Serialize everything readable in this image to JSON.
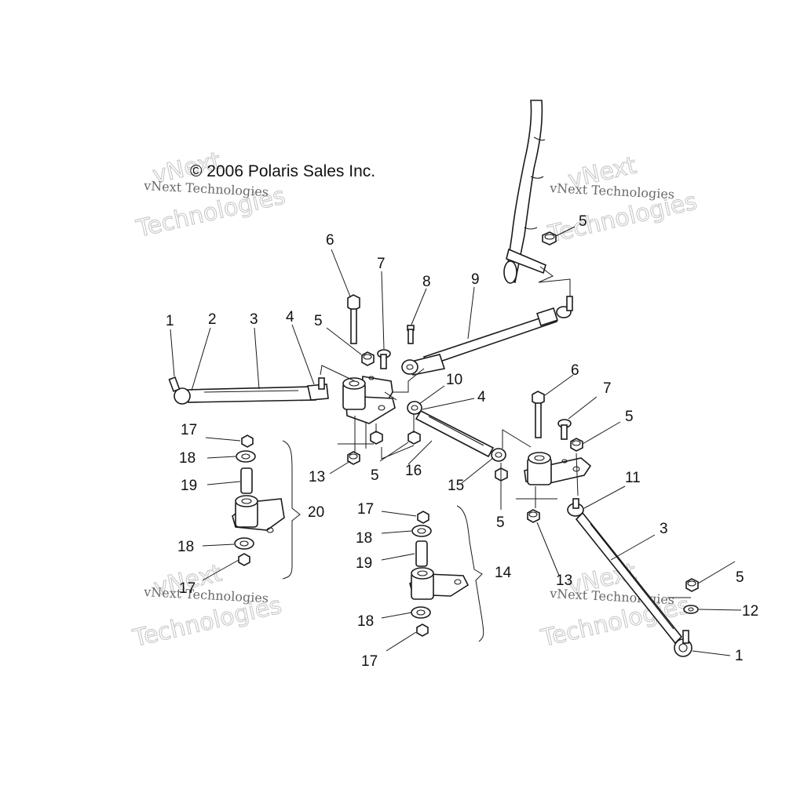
{
  "diagram": {
    "copyright": "© 2006 Polaris Sales Inc.",
    "watermark": {
      "line1": "vNext",
      "line2": "vNext Technologies",
      "line3": "Technologies"
    },
    "callouts": {
      "c1_left": "1",
      "c2": "2",
      "c3_left": "3",
      "c4_top": "4",
      "c5_top": "5",
      "c6_left": "6",
      "c7_left": "7",
      "c8": "8",
      "c9": "9",
      "c5_column": "5",
      "c10": "10",
      "c4_mid": "4",
      "c6_right": "6",
      "c7_right": "7",
      "c5_right_top": "5",
      "c17_a": "17",
      "c18_a": "18",
      "c19_a": "19",
      "c20": "20",
      "c18_b": "18",
      "c17_b": "17",
      "c13_left": "13",
      "c5_mid": "5",
      "c16": "16",
      "c15": "15",
      "c5_lower": "5",
      "c11": "11",
      "c3_right": "3",
      "c13_right": "13",
      "c17_c": "17",
      "c18_c": "18",
      "c19_c": "19",
      "c14": "14",
      "c18_d": "18",
      "c17_d": "17",
      "c5_far_right": "5",
      "c12": "12",
      "c1_right": "1"
    }
  }
}
